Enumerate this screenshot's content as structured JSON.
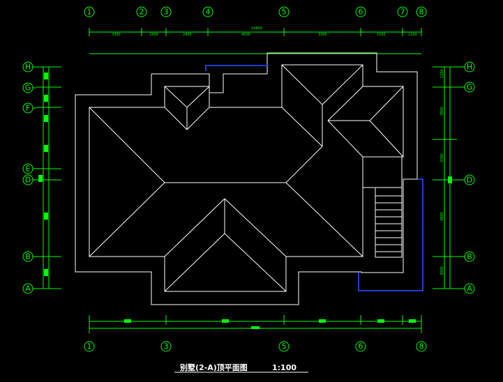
{
  "drawing": {
    "title": "别墅(2-A)顶平面图",
    "scale": "1:100"
  },
  "axes": {
    "top": [
      "1",
      "2",
      "3",
      "4",
      "5",
      "6",
      "7",
      "8"
    ],
    "bottom": [
      "1",
      "3",
      "5",
      "6",
      "8"
    ],
    "left": [
      "H",
      "G",
      "F",
      "E",
      "D",
      "B",
      "A"
    ],
    "right": [
      "H",
      "G",
      "D",
      "B",
      "A"
    ]
  },
  "dimensions": {
    "top_overall": "15600",
    "top_segments": [
      "3300",
      "1500",
      "2400",
      "4500",
      "3300",
      "1500",
      "1200"
    ],
    "right_segments": [
      "1200",
      "3900",
      "3300",
      "4800",
      "3000"
    ]
  },
  "colors": {
    "axis": "#00ff00",
    "outline": "#ffffff",
    "accent": "#1d3fd6",
    "background": "#000000"
  }
}
